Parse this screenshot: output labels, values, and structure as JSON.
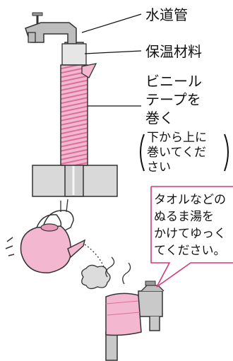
{
  "labels": {
    "pipe": "水道管",
    "insulation": "保温材料",
    "tape": [
      "ビニール",
      "テープを",
      "巻く"
    ],
    "note": [
      "下から上に",
      "巻いてくだ",
      "さい"
    ]
  },
  "callout": [
    "タオルなどの",
    "ぬるま湯を",
    "かけてゆっく",
    "てください。"
  ],
  "colors": {
    "pink": "#f3b7cf",
    "pink_dark": "#d9709a",
    "metal": "#c9c9c9",
    "metal_dark": "#8a8a8a",
    "ground": "#d9d9d9",
    "callout_border": "#d23a7a"
  }
}
